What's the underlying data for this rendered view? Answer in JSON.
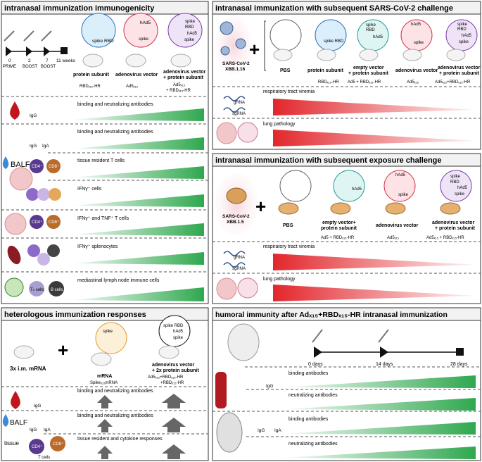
{
  "p1": {
    "title": "intranasal immunization immunogenicity",
    "timeline": [
      "0",
      "2",
      "7",
      "11 weeks"
    ],
    "timeline_sub": [
      "PRIME",
      "BOOST",
      "BOOST"
    ],
    "groups": [
      {
        "label": "protein subunit",
        "formula": "RBDₓ₁₅-HR"
      },
      {
        "label": "adenovirus vector",
        "formula": "Ad5ₓ₁₅"
      },
      {
        "label": "adenovirus vector",
        "label2": "+ protein subunit",
        "formula": "Ad5ₓ₁₅",
        "formula2": "+ RBDₓ₁₅-HR"
      }
    ],
    "bubbles": [
      [
        "spike RBD"
      ],
      [
        "hAd5",
        "spike"
      ],
      [
        "spike",
        "RBD",
        "hAd5",
        "spike"
      ]
    ],
    "rows": [
      "binding and neutralizing antibodies",
      "binding and neutralizing antibodies",
      "tissue resident T cells",
      "IFNγ⁺ cells",
      "IFNγ⁺ and TNF⁺ T cells",
      "IFNγ⁺ splenocytes",
      "mediastinal lymph node immune cells"
    ],
    "cells": [
      "IgG",
      "IgG",
      "IgA",
      "BALF",
      "CD4⁺",
      "CD8⁺",
      "CD4⁺",
      "CD8⁺",
      "Tₕ cells",
      "B cells"
    ]
  },
  "p2": {
    "title": "intranasal immunization with subsequent SARS-CoV-2 challenge",
    "virus": [
      "SARS-CoV-2",
      "XBB.1.16"
    ],
    "groups": [
      {
        "label": "PBS",
        "formula": ""
      },
      {
        "label": "protein subunit",
        "formula": "RBDₓ₁₅-HR"
      },
      {
        "label": "empty vector",
        "label2": "+ protein subunit",
        "formula": "Ad5 + RBDₓ₁₅-HR"
      },
      {
        "label": "adenovirus vector",
        "formula": "Ad5ₓ₁₅"
      },
      {
        "label": "adenovirus vector",
        "label2": "+ protein subunit",
        "formula": "Ad5ₓ₁₅+RBDₓ₁₅-HR"
      }
    ],
    "bubbles": [
      [],
      [
        "spike RBD"
      ],
      [
        "spike",
        "RBD",
        "hAd5"
      ],
      [
        "hAd5",
        "spike"
      ],
      [
        "spike",
        "RBD",
        "hAd5",
        "spike"
      ]
    ],
    "rows": [
      "respiratory tract viremia",
      "lung pathology"
    ],
    "rna": [
      "gRNA",
      "sgRNA"
    ]
  },
  "p3": {
    "title": "intranasal immunization with subsequent exposure challenge",
    "virus": [
      "SARS-CoV-2",
      "XBB.1.5"
    ],
    "groups": [
      {
        "label": "PBS",
        "formula": ""
      },
      {
        "label": "empty vector+",
        "label2": "protein subunit",
        "formula": "Ad5 + RBDₓ₁₅-HR"
      },
      {
        "label": "adenovirus vector",
        "formula": "Ad5ₓ₁₅"
      },
      {
        "label": "adenovirus vector",
        "label2": "+ protein subunit",
        "formula": "Ad5ₓ₁₅ + RBDₓ₁₅-HR"
      }
    ],
    "bubbles": [
      [],
      [
        "hAd5"
      ],
      [
        "hAd5",
        "spike"
      ],
      [
        "spike",
        "RBD",
        "hAd5",
        "spike"
      ]
    ],
    "rows": [
      "respiratory tract viremia",
      "lung pathology"
    ],
    "rna": [
      "gRNA",
      "sgRNA"
    ]
  },
  "p4": {
    "title": "heterologous immunization responses",
    "left": "3x i.m. mRNA",
    "groups": [
      {
        "label": "mRNA",
        "formula": "Spikeₓ₁₅mRNA"
      },
      {
        "label": "adenovirus vector",
        "label2": "+ 2x protein subunit",
        "formula": "Ad5ₓ₁₅+RBDₓ₁₅-HR",
        "formula2": "+RBDₓ₁₅-HR"
      }
    ],
    "bubbles": [
      [
        "spike"
      ],
      [
        "spike RBD",
        "hAd5",
        "spike"
      ]
    ],
    "rows": [
      "binding and neutralizing antibodies",
      "binding and neutralizing antibodies",
      "tissue resident and cytokine responses"
    ],
    "cells": [
      "IgG",
      "IgG",
      "IgA",
      "BALF",
      "tissue",
      "CD4⁺",
      "CD8⁺",
      "T cells"
    ]
  },
  "p5": {
    "title": "humoral immunity after Adₓ₁₅+RBDₓ₁₅-HR intranasal immunization",
    "timeline": [
      "0 days",
      "14 days",
      "28 days"
    ],
    "rows": [
      "binding antibodies",
      "neutralizing antibodies",
      "binding antibodies",
      "neutralizing antibodies"
    ],
    "cells": [
      "IgG",
      "IgG",
      "IgA"
    ]
  },
  "colors": {
    "green": "#2fa84f",
    "red": "#e2262c",
    "title_bg": "#f2f2f2",
    "border": "#333333"
  }
}
